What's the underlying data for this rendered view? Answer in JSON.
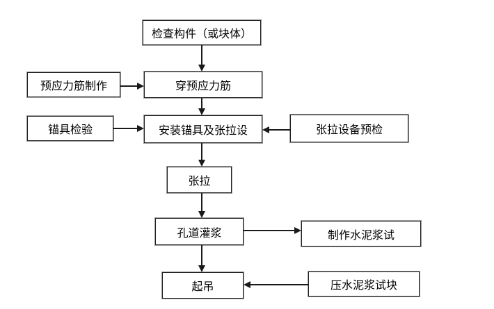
{
  "diagram": {
    "type": "flowchart",
    "colors": {
      "background": "#ffffff",
      "box_fill": "#ffffff",
      "box_border": "#1f1f1f",
      "box_border_outer": "#9a9a9a",
      "line": "#1a1a1a",
      "text": "#000000"
    },
    "nodes": {
      "inspect": {
        "label": "检查构件（或块体）"
      },
      "tendon_fab": {
        "label": "预应力筋制作"
      },
      "thread_tendon": {
        "label": "穿预应力筋"
      },
      "anchor_inspect": {
        "label": "锚具检验"
      },
      "install_anchor": {
        "label": "安装锚具及张拉设"
      },
      "equip_precheck": {
        "label": "张拉设备预检"
      },
      "tension": {
        "label": "张拉"
      },
      "grouting": {
        "label": "孔道灌浆"
      },
      "make_cement_test": {
        "label": "制作水泥浆试"
      },
      "lifting": {
        "label": "起吊"
      },
      "press_cement_test": {
        "label": "压水泥浆试块"
      }
    },
    "edges": [
      {
        "from": "inspect",
        "to": "thread_tendon",
        "direction": "down"
      },
      {
        "from": "tendon_fab",
        "to": "thread_tendon",
        "direction": "right"
      },
      {
        "from": "thread_tendon",
        "to": "install_anchor",
        "direction": "down"
      },
      {
        "from": "anchor_inspect",
        "to": "install_anchor",
        "direction": "right"
      },
      {
        "from": "equip_precheck",
        "to": "install_anchor",
        "direction": "left"
      },
      {
        "from": "install_anchor",
        "to": "tension",
        "direction": "down"
      },
      {
        "from": "tension",
        "to": "grouting",
        "direction": "down"
      },
      {
        "from": "grouting",
        "to": "make_cement_test",
        "direction": "right"
      },
      {
        "from": "grouting",
        "to": "lifting",
        "direction": "down"
      },
      {
        "from": "press_cement_test",
        "to": "lifting",
        "direction": "left"
      }
    ]
  }
}
